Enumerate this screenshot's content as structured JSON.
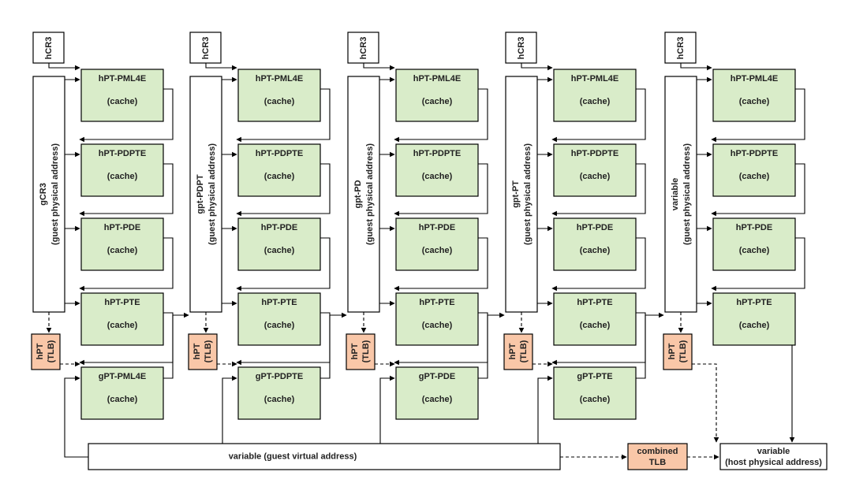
{
  "colors": {
    "cache_fill": "#d9ecc9",
    "tlb_fill": "#f9c7a8",
    "stroke": "#000000",
    "background": "#ffffff"
  },
  "columns": [
    {
      "cr3_label": "hCR3",
      "guest_reg_label": "gCR3",
      "guest_reg_sublabel": "(guest physical address)",
      "tlb_label": "hPT",
      "tlb_sublabel": "(TLB)",
      "stages": [
        {
          "label": "hPT-PML4E",
          "cache": "(cache)"
        },
        {
          "label": "hPT-PDPTE",
          "cache": "(cache)"
        },
        {
          "label": "hPT-PDE",
          "cache": "(cache)"
        },
        {
          "label": "hPT-PTE",
          "cache": "(cache)"
        },
        {
          "label": "gPT-PML4E",
          "cache": "(cache)"
        }
      ]
    },
    {
      "cr3_label": "hCR3",
      "guest_reg_label": "gpt-PDPT",
      "guest_reg_sublabel": "(guest physical address)",
      "tlb_label": "hPT",
      "tlb_sublabel": "(TLB)",
      "stages": [
        {
          "label": "hPT-PML4E",
          "cache": "(cache)"
        },
        {
          "label": "hPT-PDPTE",
          "cache": "(cache)"
        },
        {
          "label": "hPT-PDE",
          "cache": "(cache)"
        },
        {
          "label": "hPT-PTE",
          "cache": "(cache)"
        },
        {
          "label": "gPT-PDPTE",
          "cache": "(cache)"
        }
      ]
    },
    {
      "cr3_label": "hCR3",
      "guest_reg_label": "gpt-PD",
      "guest_reg_sublabel": "(guest physical address)",
      "tlb_label": "hPT",
      "tlb_sublabel": "(TLB)",
      "stages": [
        {
          "label": "hPT-PML4E",
          "cache": "(cache)"
        },
        {
          "label": "hPT-PDPTE",
          "cache": "(cache)"
        },
        {
          "label": "hPT-PDE",
          "cache": "(cache)"
        },
        {
          "label": "hPT-PTE",
          "cache": "(cache)"
        },
        {
          "label": "gPT-PDE",
          "cache": "(cache)"
        }
      ]
    },
    {
      "cr3_label": "hCR3",
      "guest_reg_label": "gpt-PT",
      "guest_reg_sublabel": "(guest physical address)",
      "tlb_label": "hPT",
      "tlb_sublabel": "(TLB)",
      "stages": [
        {
          "label": "hPT-PML4E",
          "cache": "(cache)"
        },
        {
          "label": "hPT-PDPTE",
          "cache": "(cache)"
        },
        {
          "label": "hPT-PDE",
          "cache": "(cache)"
        },
        {
          "label": "hPT-PTE",
          "cache": "(cache)"
        },
        {
          "label": "gPT-PTE",
          "cache": "(cache)"
        }
      ]
    },
    {
      "cr3_label": "hCR3",
      "guest_reg_label": "variable",
      "guest_reg_sublabel": "(guest physical address)",
      "tlb_label": "hPT",
      "tlb_sublabel": "(TLB)",
      "stages": [
        {
          "label": "hPT-PML4E",
          "cache": "(cache)"
        },
        {
          "label": "hPT-PDPTE",
          "cache": "(cache)"
        },
        {
          "label": "hPT-PDE",
          "cache": "(cache)"
        },
        {
          "label": "hPT-PTE",
          "cache": "(cache)"
        }
      ]
    }
  ],
  "guest_virtual": {
    "label": "variable (guest virtual address)"
  },
  "combined_tlb": {
    "line1": "combined",
    "line2": "TLB"
  },
  "host_physical": {
    "line1": "variable",
    "line2": "(host physical address)"
  }
}
